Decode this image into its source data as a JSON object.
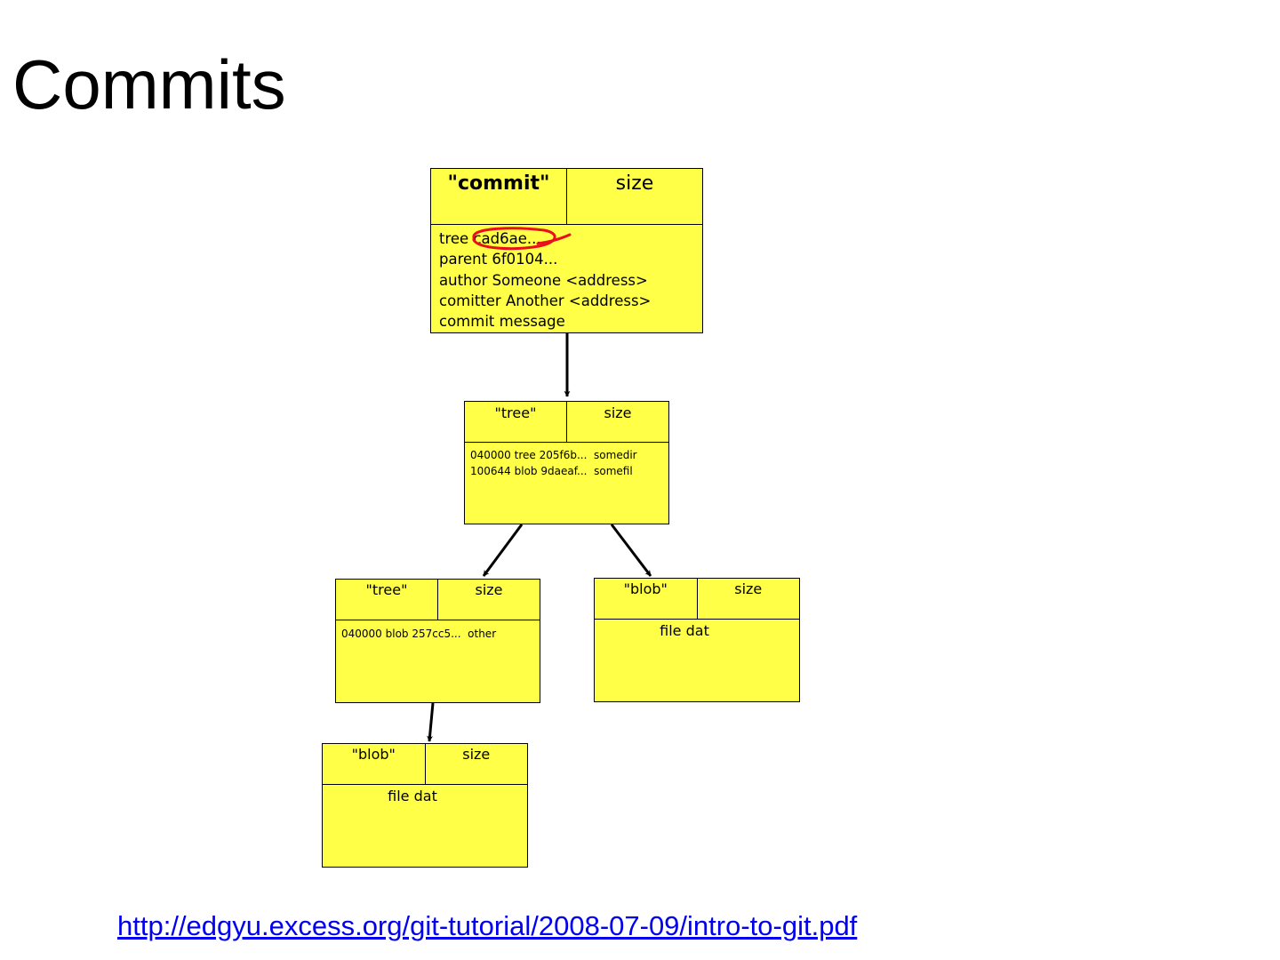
{
  "title": "Commits",
  "commit": {
    "type": "\"commit\"",
    "size": "size",
    "tree_prefix": "tree ",
    "tree_hash": "cad6ae...",
    "parent": "parent 6f0104...",
    "author": "author Someone <address>",
    "committer": "comitter Another <address>",
    "message": "commit message"
  },
  "tree_top": {
    "type": "\"tree\"",
    "size": "size",
    "entries": [
      "040000 tree 205f6b...  somedir",
      "100644 blob 9daeaf...  somefil"
    ]
  },
  "tree_sub": {
    "type": "\"tree\"",
    "size": "size",
    "entries": [
      "040000 blob 257cc5...  other"
    ]
  },
  "blob_right": {
    "type": "\"blob\"",
    "size": "size",
    "content": "file dat"
  },
  "blob_bottom": {
    "type": "\"blob\"",
    "size": "size",
    "content": "file dat"
  },
  "annotation_color": "#e8101a",
  "link": "http://edgyu.excess.org/git-tutorial/2008-07-09/intro-to-git.pdf"
}
